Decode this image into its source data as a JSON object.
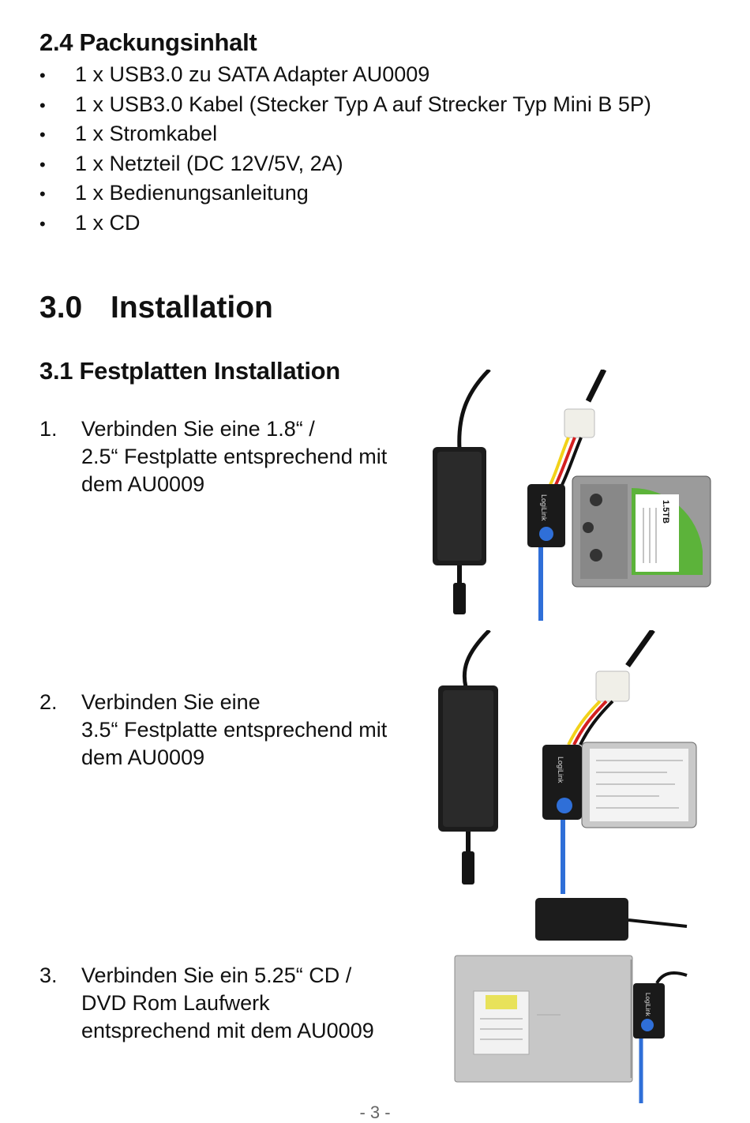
{
  "section_contents": {
    "heading": "2.4 Packungsinhalt",
    "bullet": "•",
    "items": [
      "1 x USB3.0 zu SATA Adapter AU0009",
      "1 x USB3.0 Kabel (Stecker Typ A auf Strecker Typ Mini B 5P)",
      "1 x Stromkabel",
      "1 x Netzteil (DC 12V/5V, 2A)",
      "1 x Bedienungsanleitung",
      "1 x CD"
    ]
  },
  "section_installation": {
    "number": "3.0",
    "title": "Installation"
  },
  "section_hdd": {
    "heading": "3.1 Festplatten Installation",
    "steps": [
      {
        "number": "1.",
        "text": "Verbinden Sie eine 1.8“ /\n2.5“ Festplatte entsprechend mit\ndem AU0009"
      },
      {
        "number": "2.",
        "text": "Verbinden Sie eine\n3.5“ Festplatte entsprechend mit\ndem AU0009"
      },
      {
        "number": "3.",
        "text": "Verbinden Sie ein 5.25“ CD /\nDVD Rom Laufwerk\nentsprechend mit dem AU0009"
      }
    ]
  },
  "photos": {
    "brand": "LogiLink",
    "hdd_capacity": "1.5TB"
  },
  "footer": {
    "page_number": "- 3 -"
  },
  "colors": {
    "text": "#111111",
    "usb_cable": "#2f6fd8",
    "adapter": "#1a1a1a",
    "hdd_label_green": "#5cb33a",
    "sata_red": "#d42020",
    "sata_yellow": "#f2d21a"
  }
}
